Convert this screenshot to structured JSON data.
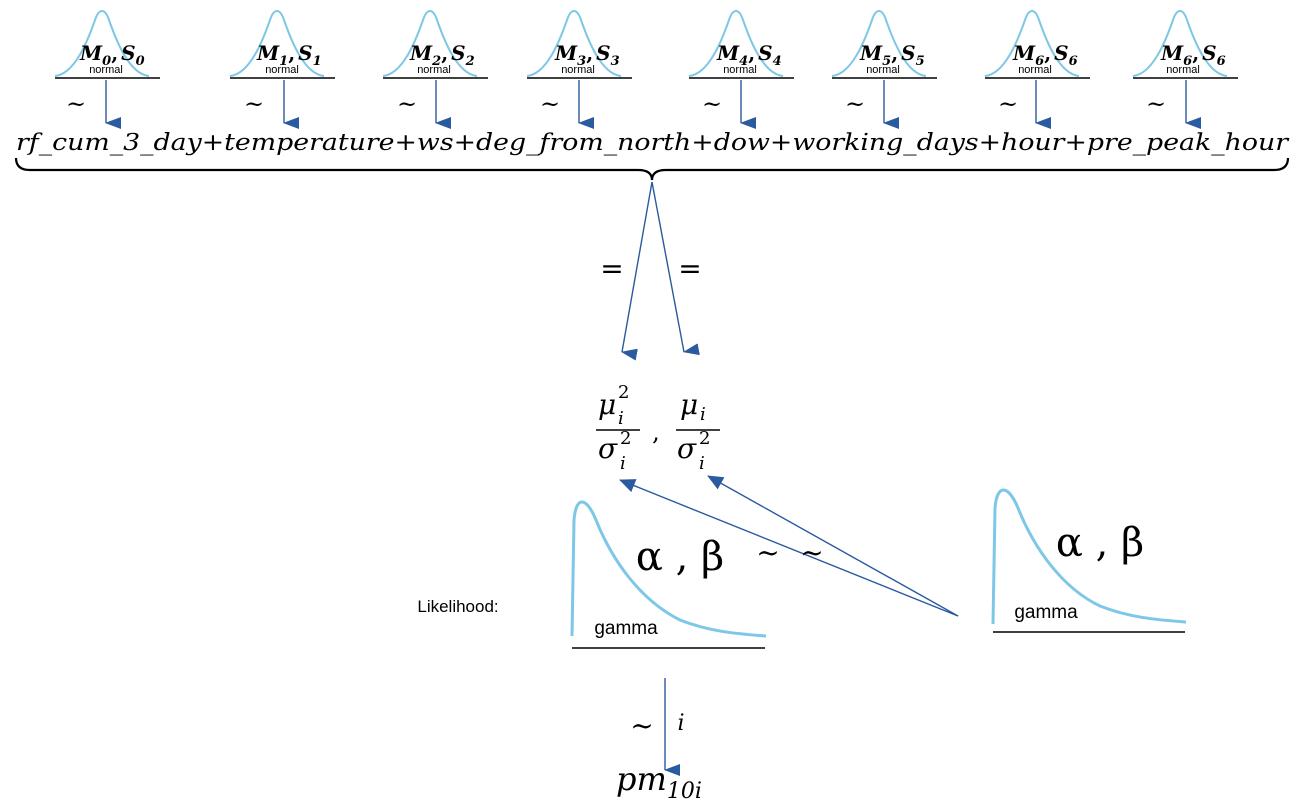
{
  "priors": [
    {
      "m": "M",
      "m_sub": "0",
      "s": "S",
      "s_sub": "0",
      "dist": "normal"
    },
    {
      "m": "M",
      "m_sub": "1",
      "s": "S",
      "s_sub": "1",
      "dist": "normal"
    },
    {
      "m": "M",
      "m_sub": "2",
      "s": "S",
      "s_sub": "2",
      "dist": "normal"
    },
    {
      "m": "M",
      "m_sub": "3",
      "s": "S",
      "s_sub": "3",
      "dist": "normal"
    },
    {
      "m": "M",
      "m_sub": "4",
      "s": "S",
      "s_sub": "4",
      "dist": "normal"
    },
    {
      "m": "M",
      "m_sub": "5",
      "s": "S",
      "s_sub": "5",
      "dist": "normal"
    },
    {
      "m": "M",
      "m_sub": "6",
      "s": "S",
      "s_sub": "6",
      "dist": "normal"
    },
    {
      "m": "M",
      "m_sub": "6",
      "s": "S",
      "s_sub": "6",
      "dist": "normal"
    }
  ],
  "tilde": "~",
  "equals": "=",
  "plus": "+",
  "comma": ",",
  "predictors": [
    "rf_cum_3_day",
    "temperature",
    "ws",
    "deg_from_north",
    "dow",
    "working_days",
    "hour",
    "pre_peak_hour"
  ],
  "params": {
    "mu": "μ",
    "sigma": "σ",
    "sub_i": "i",
    "sup_2": "2"
  },
  "gamma_left": {
    "params": "α , β",
    "dist": "gamma"
  },
  "gamma_right": {
    "params": "α , β",
    "dist": "gamma"
  },
  "likelihood_label": "Likelihood:",
  "index_label": "i",
  "outcome": {
    "base": "pm",
    "sub": "10i"
  }
}
